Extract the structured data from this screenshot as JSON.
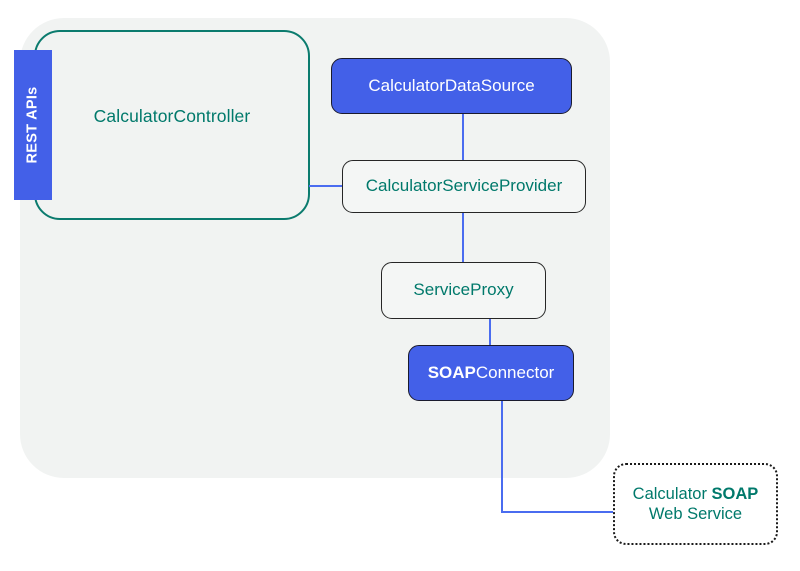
{
  "diagram": {
    "title_absent": true,
    "colors": {
      "blue_node": "#4360e8",
      "teal_text": "#00796b",
      "teal_border": "#0b7b6e",
      "connector_blue": "#4a6cf0",
      "container_gray": "#f1f3f2",
      "node_border_dark": "#262626"
    },
    "container": {
      "name": "application-boundary"
    },
    "rest_group": {
      "label": "CalculatorController",
      "tab_label": "REST APIs"
    },
    "nodes": [
      {
        "id": "datasource",
        "label": "CalculatorDataSource",
        "style": "blue"
      },
      {
        "id": "serviceprovider",
        "label": "CalculatorServiceProvider",
        "style": "plain"
      },
      {
        "id": "serviceproxy",
        "label": "ServiceProxy",
        "style": "plain"
      },
      {
        "id": "soapconnector",
        "label_bold": "SOAP",
        "label_rest": "Connector",
        "style": "blue"
      },
      {
        "id": "webservice",
        "line1_prefix": "Calculator ",
        "line1_bold": "SOAP",
        "line2": "Web Service",
        "style": "dotted"
      }
    ],
    "connectors": [
      {
        "id": "ds-sp",
        "from": "datasource",
        "to": "serviceprovider"
      },
      {
        "id": "ctrl-sp",
        "from": "rest-group",
        "to": "serviceprovider"
      },
      {
        "id": "sp-proxy",
        "from": "serviceprovider",
        "to": "serviceproxy"
      },
      {
        "id": "proxy-soap",
        "from": "serviceproxy",
        "to": "soapconnector"
      },
      {
        "id": "soap-ws",
        "from": "soapconnector",
        "to": "webservice"
      }
    ]
  }
}
